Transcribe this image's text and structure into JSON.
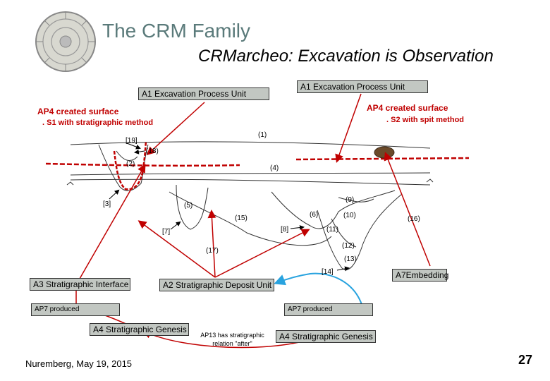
{
  "header": {
    "title": "The CRM Family",
    "subtitle": "CRMarcheo: Excavation is Observation"
  },
  "boxes": {
    "a1_left": "A1 Excavation Process Unit",
    "a1_right": "A1 Excavation Process Unit",
    "a3": "A3 Stratigraphic Interface",
    "a2": "A2 Stratigraphic Deposit Unit",
    "ap7_left": "AP7 produced",
    "ap7_right": "AP7 produced",
    "a4_left": "A4 Stratigraphic Genesis",
    "a4_right": "A4 Stratigraphic Genesis",
    "a7": "A7Embedding"
  },
  "labels": {
    "ap4_left": "AP4  created surface",
    "s1": ". S1 with stratigraphic method",
    "ap4_right": "AP4 created surface",
    "s2": ". S2 with spit method",
    "ap13": "AP13 has stratigraphic relation \"after\""
  },
  "section_numbers": {
    "n1": "(1)",
    "n19": "[19]",
    "n18": "(18)",
    "n2": "(2)",
    "n4": "(4)",
    "n3": "[3]",
    "n5": "(5)",
    "n15": "(15)",
    "n9": "(9)",
    "n6": "(6)",
    "n10": "(10)",
    "n16": "(16)",
    "n7": "[7]",
    "n8": "[8]",
    "n11": "(11)",
    "n12": "(12)",
    "n17": "(17)",
    "n13": "(13)",
    "n14": "[14]"
  },
  "footer": {
    "date": "Nuremberg, May 19, 2015",
    "page": "27"
  },
  "colors": {
    "arrow_red": "#c00000",
    "arrow_blue": "#29a3df",
    "box_fill": "#c2c7c2",
    "title_color": "#5a7a7a"
  }
}
